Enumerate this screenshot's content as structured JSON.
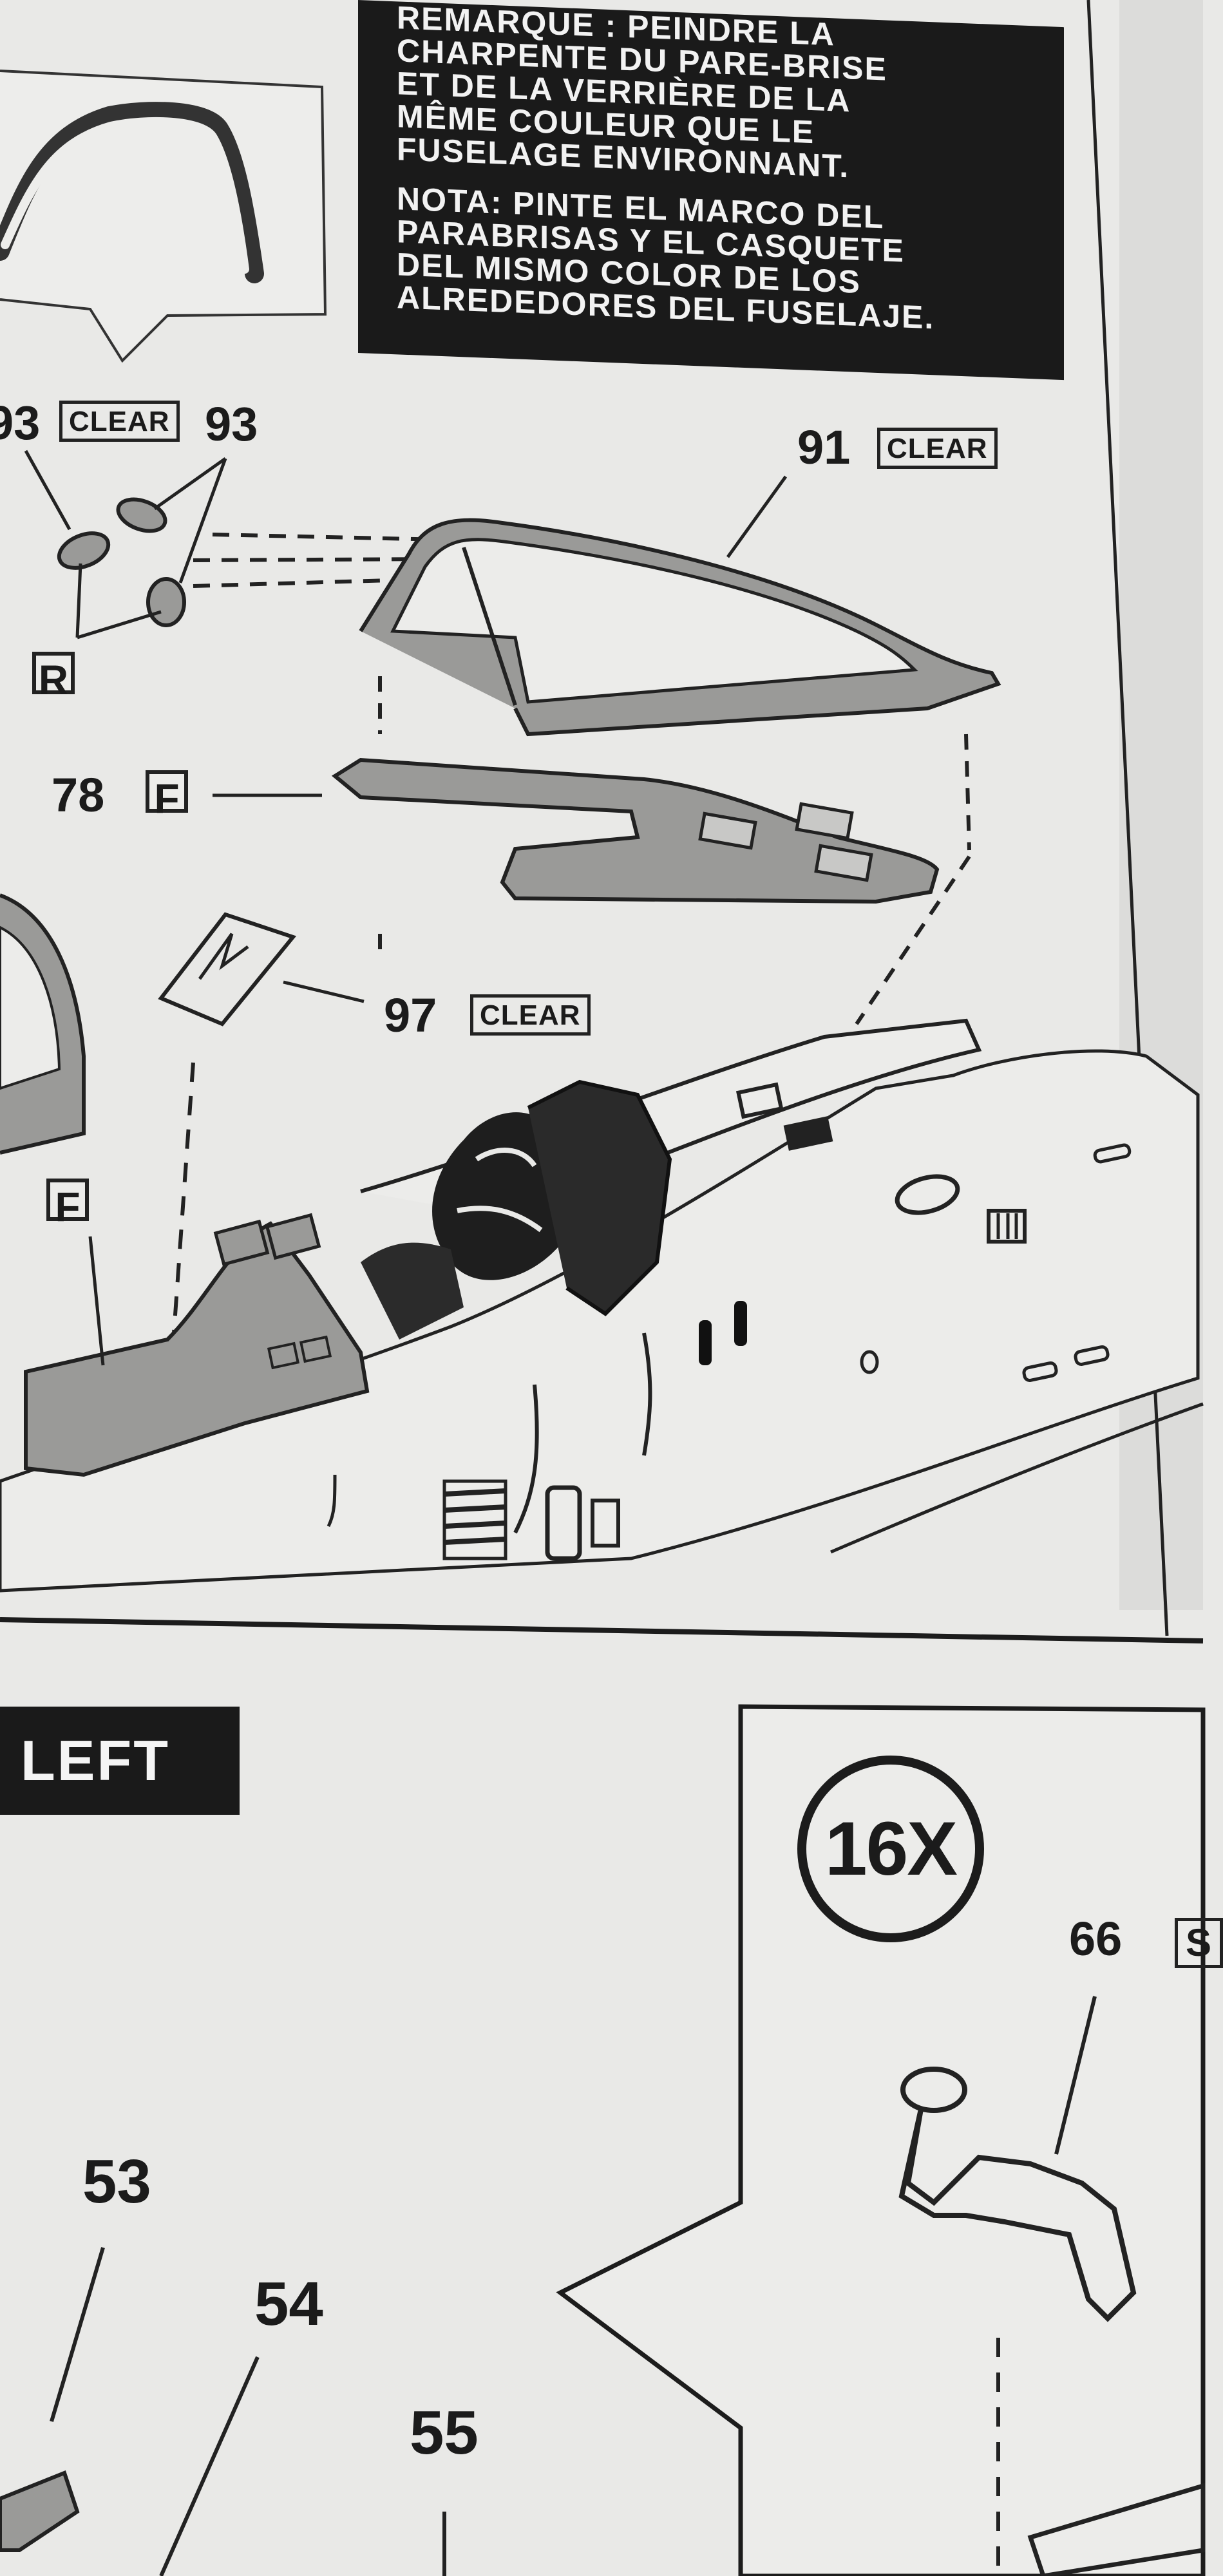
{
  "note_box": {
    "lines_fr": [
      "REMARQUE : PEINDRE LA",
      "CHARPENTE DU PARE-BRISE",
      "ET DE LA VERRIÈRE DE LA",
      "MÊME COULEUR QUE LE",
      "FUSELAGE ENVIRONNANT."
    ],
    "lines_es": [
      "NOTA: PINTE EL MARCO DEL",
      "PARABRISAS Y EL CASQUETE",
      "DEL MISMO COLOR DE LOS",
      "ALREDEDORES DEL FUSELAJE."
    ]
  },
  "callouts": {
    "part_93_left": "93",
    "part_93_right": "93",
    "clear_93": "CLEAR",
    "part_91": "91",
    "clear_91": "CLEAR",
    "part_r": "R",
    "part_78": "78",
    "part_78_f": "F",
    "part_97": "97",
    "clear_97": "CLEAR",
    "part_f": "F"
  },
  "lower": {
    "section_tab": "LEFT",
    "step_multiplier": "16X",
    "part_66": "66",
    "part_66_tag": "S",
    "part_53": "53",
    "part_54": "54",
    "part_55": "55"
  },
  "colors": {
    "paper": "#e9e9e7",
    "ink": "#1b1b1b",
    "part_gray": "#9a9a98"
  }
}
